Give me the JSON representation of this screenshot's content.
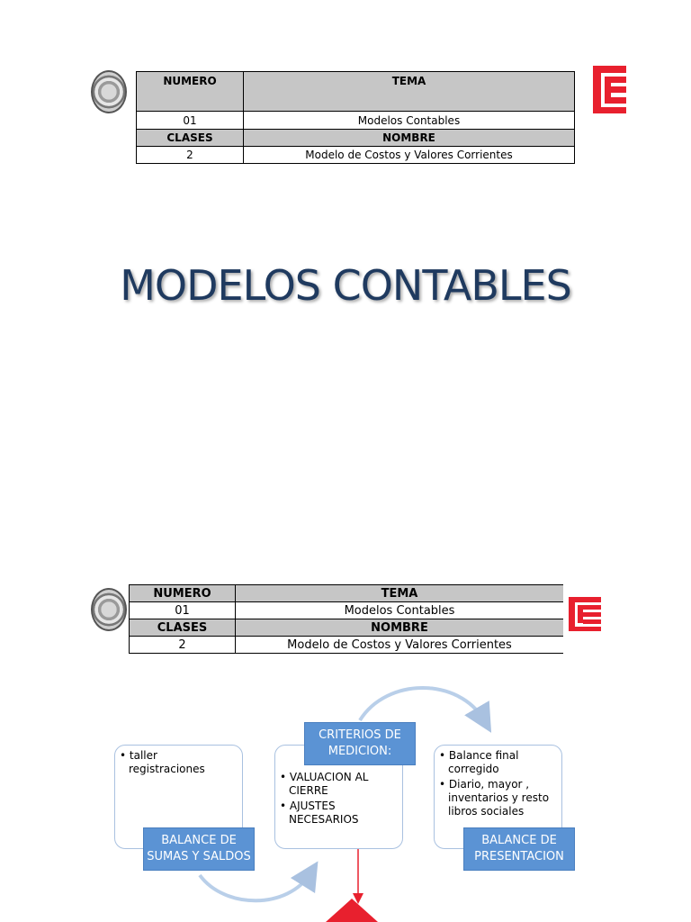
{
  "table1": {
    "numero_header": "NUMERO",
    "tema_header": "TEMA",
    "numero_value": "01",
    "tema_value": "Modelos Contables",
    "clases_header": "CLASES",
    "nombre_header": "NOMBRE",
    "clases_value": "2",
    "nombre_value": "Modelo de Costos y Valores Corrientes"
  },
  "title": "MODELOS CONTABLES",
  "table2": {
    "numero_header": "NUMERO",
    "tema_header": "TEMA",
    "numero_value": "01",
    "tema_value": "Modelos Contables",
    "clases_header": "CLASES",
    "nombre_header": "NOMBRE",
    "clases_value": "2",
    "nombre_value": "Modelo de Costos y Valores Corrientes"
  },
  "diagram": {
    "box1_bullets": [
      "• taller registraciones"
    ],
    "box1_label": "BALANCE DE SUMAS Y SALDOS",
    "box2_label": "CRITERIOS DE MEDICION:",
    "box2_bullets": [
      "• VALUACION AL CIERRE",
      "• AJUSTES NECESARIOS"
    ],
    "box3_bullets": [
      "• Balance final corregido",
      "• Diario, mayor , inventarios y resto libros sociales"
    ],
    "box3_label": "BALANCE DE PRESENTACION"
  },
  "colors": {
    "logo_red": "#e8202e",
    "title_blue": "#1f3a5f",
    "label_blue": "#5b93d4",
    "header_gray": "#c6c6c6"
  }
}
